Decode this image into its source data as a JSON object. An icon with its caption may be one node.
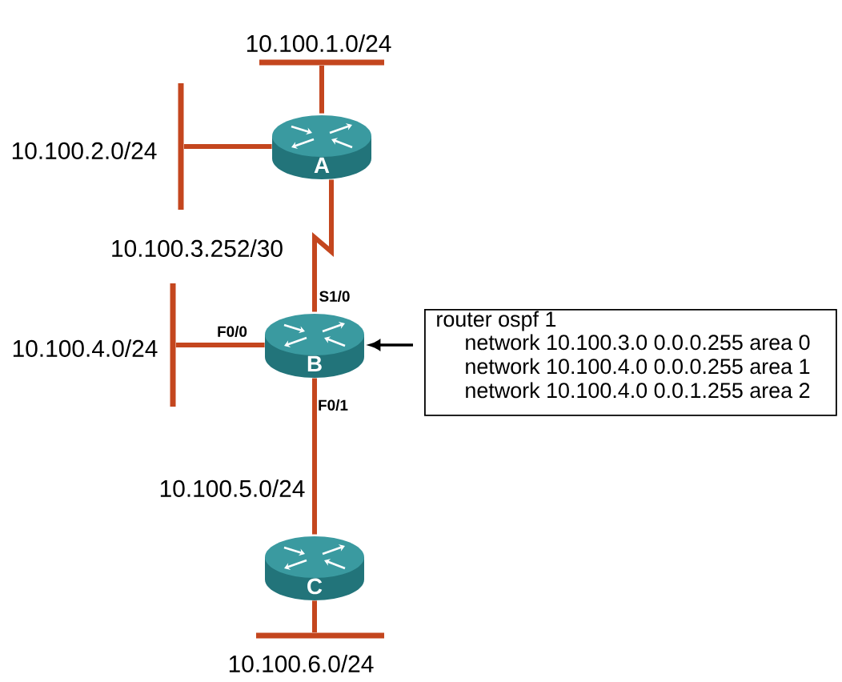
{
  "diagram": {
    "nodes": [
      {
        "text": [],
        "shape": "bar",
        "beside": [
          "10.100.1.0/24"
        ]
      },
      {
        "text": [],
        "shape": "bar",
        "beside": [
          "10.100.2.0/24"
        ]
      },
      {
        "text": [
          "A"
        ]
      },
      {
        "text": [],
        "shape": "bar",
        "beside": [
          "10.100.4.0/24"
        ]
      },
      {
        "text": [
          "B"
        ]
      },
      {
        "text": [
          "router ospf 1",
          "network 10.100.3.0 0.0.0.255 area 0",
          "network 10.100.4.0 0.0.0.255 area 1",
          "network 10.100.4.0 0.0.1.255 area 2"
        ]
      },
      {
        "text": [
          "C"
        ]
      },
      {
        "text": [],
        "shape": "bar",
        "beside": [
          "10.100.6.0/24"
        ]
      }
    ],
    "edges": [
      {
        "from": 0,
        "to": 2,
        "arrow": "none"
      },
      {
        "from": 1,
        "to": 2,
        "arrow": "none"
      },
      {
        "from": 2,
        "to": 4,
        "arrow": "none",
        "label": "10.100.3.252/30"
      },
      {
        "from": 3,
        "to": 4,
        "arrow": "none"
      },
      {
        "from": 5,
        "to": 4,
        "arrow": "to",
        "color": "#000000"
      },
      {
        "from": 4,
        "to": 6,
        "arrow": "none",
        "label": "10.100.5.0/24"
      },
      {
        "from": 6,
        "to": 7,
        "arrow": "none"
      }
    ],
    "labels": [
      "S1/0",
      "F0/0",
      "F0/1"
    ]
  }
}
